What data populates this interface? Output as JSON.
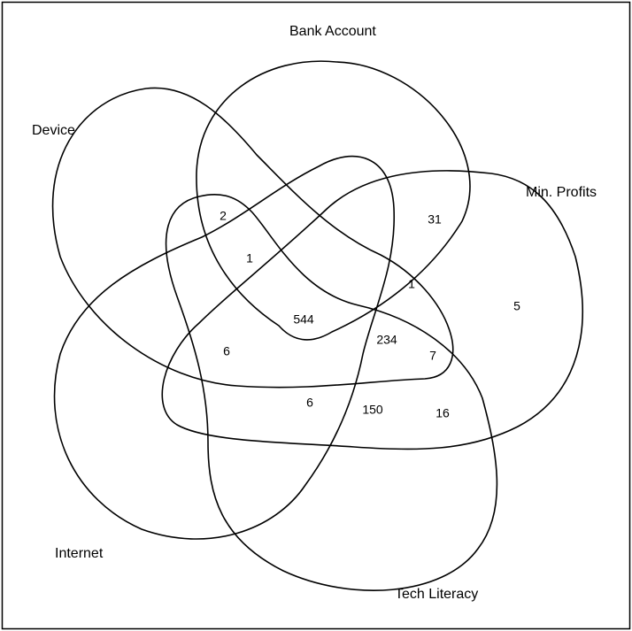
{
  "diagram": {
    "type": "venn-5",
    "stroke_color": "#000000",
    "sets": [
      {
        "key": "bank_account",
        "label": "Bank Account"
      },
      {
        "key": "device",
        "label": "Device"
      },
      {
        "key": "min_profits",
        "label": "Min. Profits"
      },
      {
        "key": "internet",
        "label": "Internet"
      },
      {
        "key": "tech_literacy",
        "label": "Tech Literacy"
      }
    ],
    "region_counts": [
      "2",
      "31",
      "1",
      "1",
      "5",
      "544",
      "6",
      "234",
      "7",
      "6",
      "150",
      "16"
    ]
  }
}
